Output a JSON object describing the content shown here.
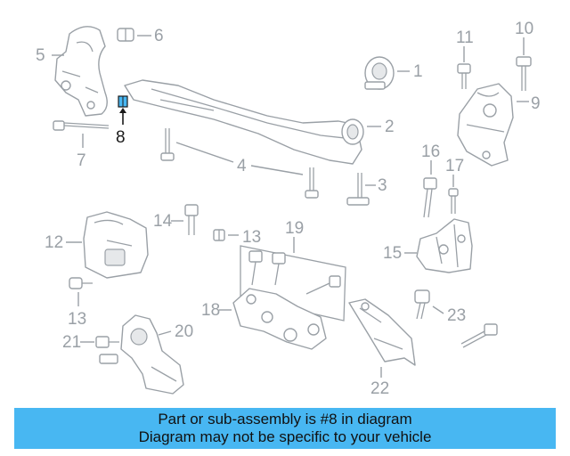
{
  "diagram": {
    "highlighted_part": "8",
    "labels": {
      "p1": "1",
      "p2": "2",
      "p3": "3",
      "p4": "4",
      "p5": "5",
      "p6": "6",
      "p7": "7",
      "p8": "8",
      "p9": "9",
      "p10": "10",
      "p11": "11",
      "p12": "12",
      "p13a": "13",
      "p13b": "13",
      "p14": "14",
      "p15": "15",
      "p16": "16",
      "p17": "17",
      "p18": "18",
      "p19": "19",
      "p20": "20",
      "p21": "21",
      "p22": "22",
      "p23": "23"
    },
    "colors": {
      "line": "#9aa0a6",
      "highlight": "#48b7f2",
      "banner": "#48b7f2"
    }
  },
  "banner": {
    "line1": "Part or sub-assembly is #8 in diagram",
    "line2": "Diagram may not be specific to your vehicle"
  }
}
